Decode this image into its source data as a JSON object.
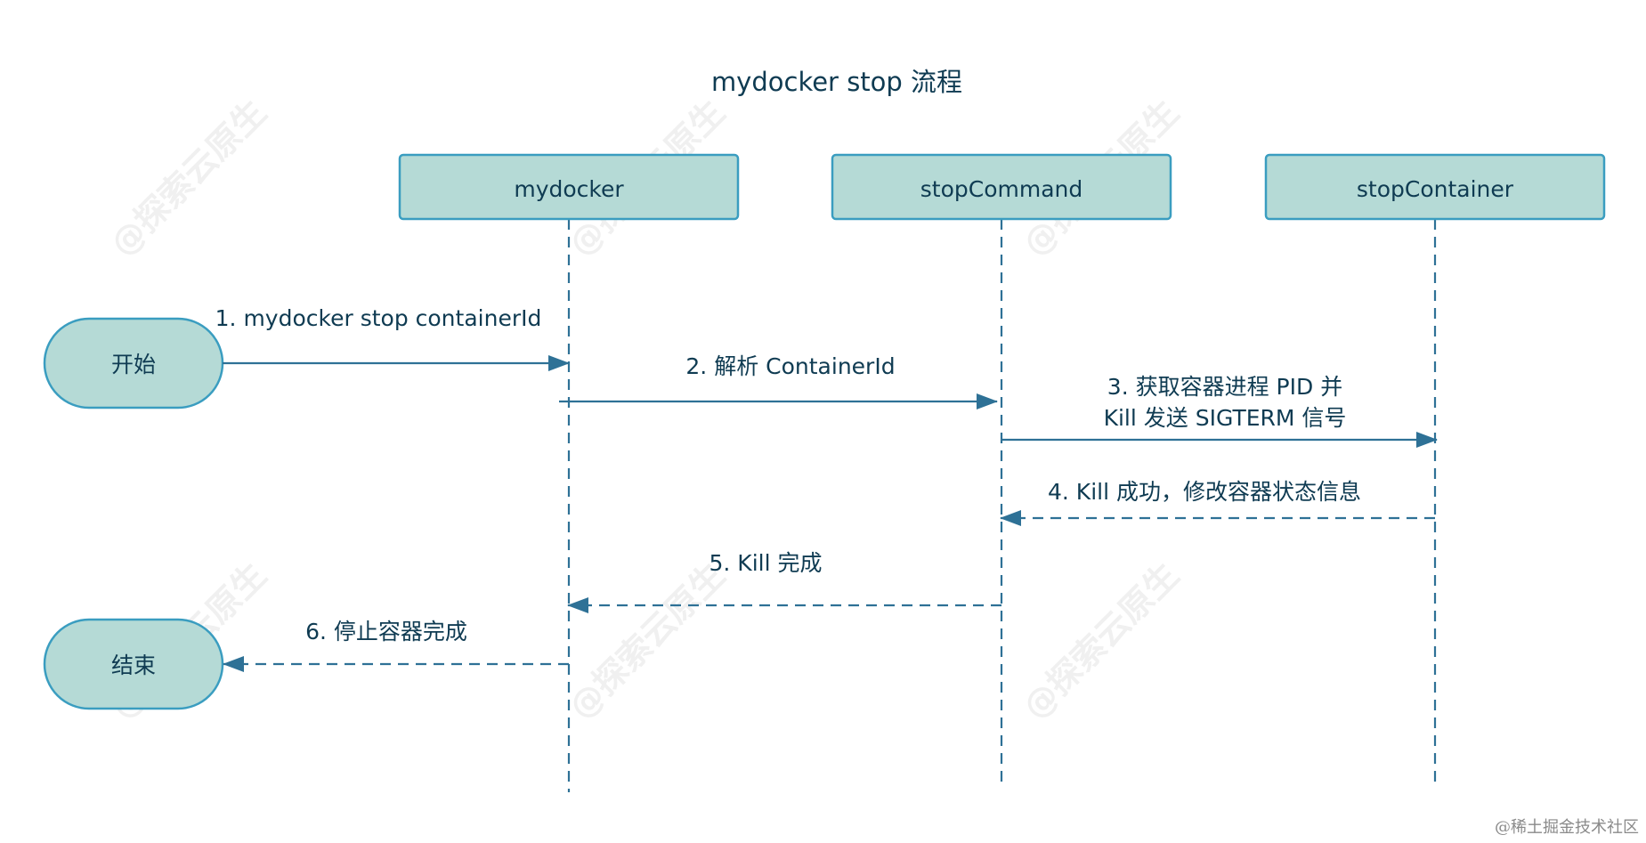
{
  "title": "mydocker stop 流程",
  "participants": [
    {
      "label": "mydocker"
    },
    {
      "label": "stopCommand"
    },
    {
      "label": "stopContainer"
    }
  ],
  "terminals": [
    {
      "label": "开始"
    },
    {
      "label": "结束"
    }
  ],
  "messages": [
    {
      "lines": [
        "1. mydocker stop containerId"
      ]
    },
    {
      "lines": [
        "2. 解析 ContainerId"
      ]
    },
    {
      "lines": [
        "3. 获取容器进程 PID 并",
        "Kill 发送 SIGTERM 信号"
      ]
    },
    {
      "lines": [
        "4. Kill 成功，修改容器状态信息"
      ]
    },
    {
      "lines": [
        "5. Kill 完成"
      ]
    },
    {
      "lines": [
        "6. 停止容器完成"
      ]
    }
  ],
  "watermark": "@探索云原生",
  "footer_watermark": "@稀土掘金技术社区",
  "colors": {
    "box_fill": "#b5dad6",
    "box_stroke": "#3a9dc0",
    "line": "#2e7196",
    "text": "#0f3b52"
  }
}
